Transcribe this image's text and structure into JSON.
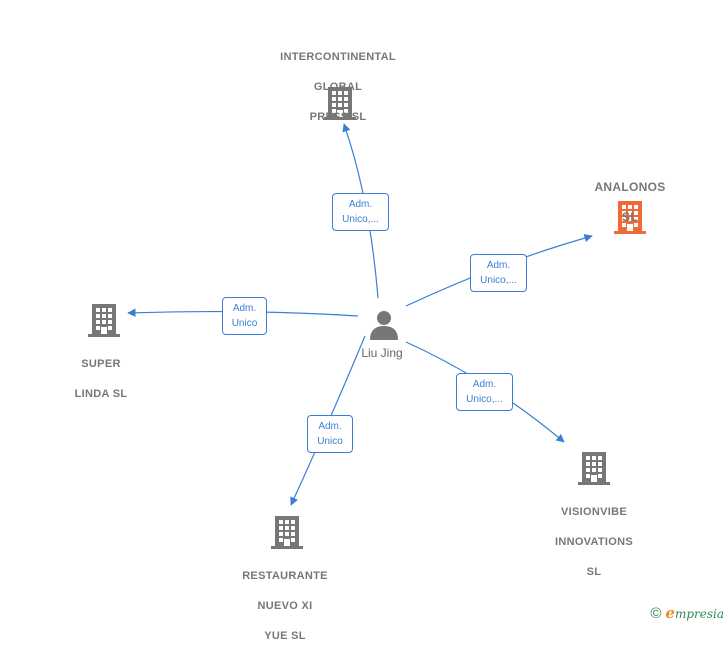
{
  "center": {
    "name": "Liu Jing",
    "icon": "person-icon"
  },
  "companies": [
    {
      "id": "intercontinental",
      "lines": [
        "INTERCONTINENTAL",
        "GLOBAL",
        "PRESS  SL"
      ],
      "icon": "building-icon",
      "color": "#777777",
      "role": [
        "Adm.",
        "Unico,..."
      ]
    },
    {
      "id": "analonos",
      "lines": [
        "ANALONOS",
        "SL"
      ],
      "icon": "building-icon",
      "color": "#f06a35",
      "role": [
        "Adm.",
        "Unico,..."
      ]
    },
    {
      "id": "super-linda",
      "lines": [
        "SUPER",
        "LINDA  SL"
      ],
      "icon": "building-icon",
      "color": "#777777",
      "role": [
        "Adm.",
        "Unico"
      ]
    },
    {
      "id": "restaurante",
      "lines": [
        "RESTAURANTE",
        "NUEVO XI",
        "YUE SL"
      ],
      "icon": "building-icon",
      "color": "#777777",
      "role": [
        "Adm.",
        "Unico"
      ]
    },
    {
      "id": "visionvibe",
      "lines": [
        "VISIONVIBE",
        "INNOVATIONS",
        "SL"
      ],
      "icon": "building-icon",
      "color": "#777777",
      "role": [
        "Adm.",
        "Unico,..."
      ]
    }
  ],
  "colors": {
    "edge": "#3b7fd4",
    "node": "#777777",
    "highlight": "#f06a35"
  },
  "footer": {
    "copyright": "©",
    "brand_initial": "e",
    "brand_rest": "mpresia"
  }
}
